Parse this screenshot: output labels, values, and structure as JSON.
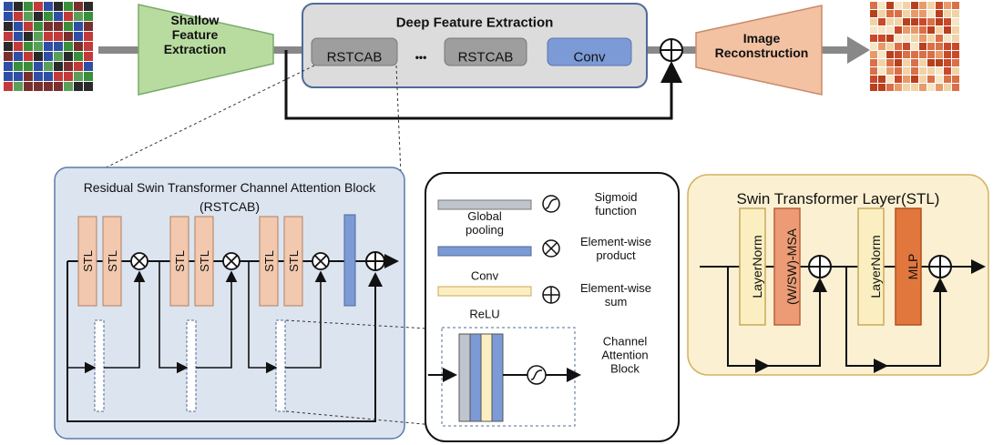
{
  "colors": {
    "mosaic": [
      "#3a8f3a",
      "#c23a3a",
      "#2e4fa3",
      "#2a2a2a",
      "#5aa05a",
      "#7a2f2f"
    ],
    "output_mosaic": [
      "#f0d4a8",
      "#e89a6a",
      "#c84a2a",
      "#f5e6c8",
      "#d97048",
      "#b8401e"
    ],
    "shallow_fill": "#b8dca0",
    "deep_panel_fill": "#dcdcdc",
    "deep_panel_border": "#4e6b96",
    "rstcab_fill": "#9e9e9e",
    "conv_fill": "#7b9ad6",
    "image_recon_fill": "#f2c2a2",
    "rstcab_detail_fill": "#dce4f0",
    "stl_block_fill": "#f2c8ae",
    "stl_panel_fill": "#fbf0d2",
    "stl_panel_border": "#d4b25e",
    "layernorm_fill": "#fbefc2",
    "msa_fill": "#ec9b74",
    "mlp_fill": "#e2773e",
    "global_pool_fill": "#c0c4cc",
    "relu_fill": "#fbefc2"
  },
  "top": {
    "shallow": "Shallow\nFeature\nExtraction",
    "deep_title": "Deep Feature Extraction",
    "rstcab_1": "RSTCAB",
    "dots": "•••",
    "rstcab_2": "RSTCAB",
    "conv": "Conv",
    "image_recon": "Image\nReconstruction"
  },
  "rstcab_block": {
    "title_line1": "Residual Swin Transformer Channel Attention Block",
    "title_line2": "(RSTCAB)",
    "stl": "STL"
  },
  "legend": {
    "global_pooling": "Global\npooling",
    "conv": "Conv",
    "relu": "ReLU",
    "sigmoid": "Sigmoid\nfunction",
    "element_product": "Element-wise\nproduct",
    "element_sum": "Element-wise\nsum",
    "channel_attention": "Channel\nAttention\nBlock"
  },
  "stl_block": {
    "title": "Swin Transformer Layer(STL)",
    "layernorm": "LayerNorm",
    "msa": "(W/SW)-MSA",
    "mlp": "MLP"
  }
}
